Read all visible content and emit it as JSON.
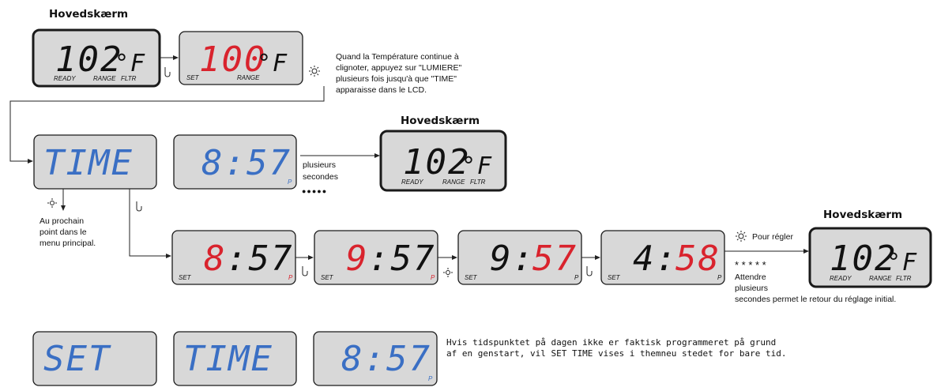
{
  "titles": {
    "top_left": "Hovedskærm",
    "middle": "Hovedskærm",
    "right": "Hovedskærm"
  },
  "notes": {
    "instruction_lines": [
      "Quand la Température continue à",
      "clignoter, appuyez sur \"LUMIERE\"",
      "plusieurs fois jusqu'à que \"TIME\"",
      "apparaisse dans le LCD."
    ],
    "plusieurs_lines": [
      "plusieurs",
      "secondes"
    ],
    "dots": "●●●●●",
    "next_point_lines": [
      "Au prochain",
      "point dans le",
      "menu principal."
    ],
    "pour_regler": "Pour régler",
    "stars": "* * * * *",
    "attendre_lines": [
      "Attendre",
      "plusieurs",
      "secondes permet le retour du réglage initial."
    ],
    "bottom_lines": [
      "Hvis tidspunktet på dagen ikke er faktisk programmeret på grund",
      "af en genstart, vil SET TIME vises i themneu stedet for bare tid."
    ]
  },
  "displays": {
    "main1": {
      "black": "102",
      "black2": "°F",
      "labels": [
        "READY",
        "RANGE",
        "FLTR"
      ]
    },
    "set100": {
      "red": "100",
      "black2": "°F",
      "labels": [
        "SET",
        "RANGE"
      ]
    },
    "time": {
      "text": "TIME"
    },
    "clock": {
      "text": "8:57",
      "p": "P"
    },
    "main2": {
      "black": "102",
      "black2": "°F",
      "labels": [
        "READY",
        "RANGE",
        "FLTR"
      ]
    },
    "edit1": {
      "red": "8",
      "black": ":57",
      "set": "SET",
      "p": "P"
    },
    "edit2": {
      "red": "9",
      "black": ":57",
      "set": "SET",
      "p": "P"
    },
    "edit3": {
      "black": "9:",
      "red": "57",
      "set": "SET",
      "p": "P"
    },
    "edit4": {
      "black": "4:",
      "red": "58",
      "set": "SET",
      "p": "P"
    },
    "main3": {
      "black": "102",
      "black2": "°F",
      "labels": [
        "READY",
        "RANGE",
        "FLTR"
      ]
    },
    "bottom_set": {
      "text": "SET"
    },
    "bottom_time": {
      "text": "TIME"
    },
    "bottom_clock": {
      "text": "8:57",
      "p": "P"
    }
  },
  "colors": {
    "red": "#d9232d",
    "blue": "#3a6fc4",
    "black": "#111111",
    "lcd": "#d8d8d8"
  },
  "icons": [
    "light-button-icon",
    "temp-button-icon"
  ]
}
